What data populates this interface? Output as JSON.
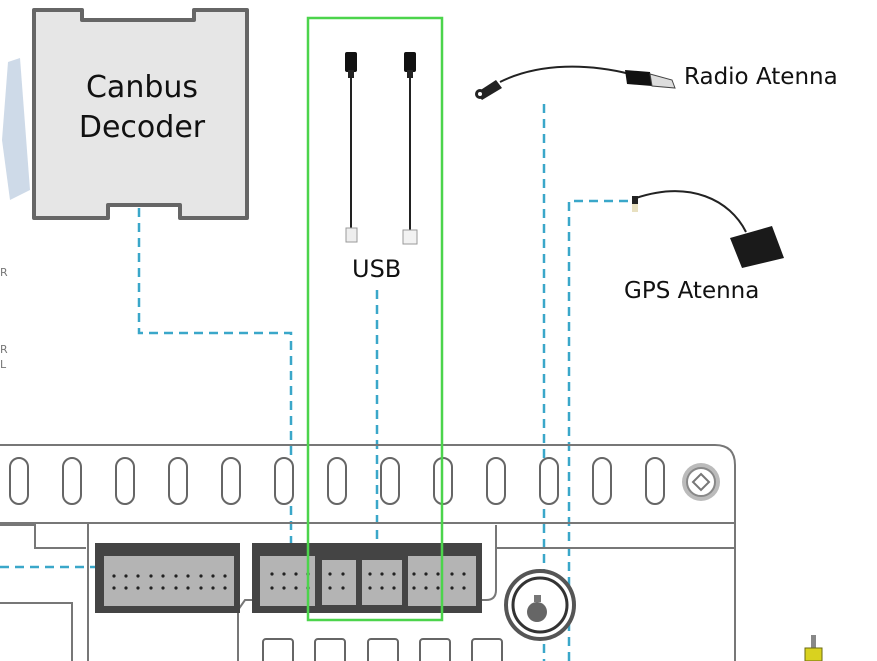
{
  "diagram": {
    "title": "Car stereo wiring connection diagram",
    "components": {
      "canbus_decoder": {
        "label_line1": "Canbus",
        "label_line2": "Decoder"
      },
      "usb_cables": {
        "label": "USB",
        "count": 2
      },
      "radio_antenna": {
        "label": "Radio Atenna"
      },
      "gps_antenna": {
        "label": "GPS Atenna"
      }
    },
    "side_labels": [
      "R",
      "R",
      "L"
    ],
    "highlight": {
      "target": "USB",
      "color": "#4cd44c"
    },
    "colors": {
      "wire_dashed": "#3aa7c9",
      "device_outline": "#6a6a6a",
      "decoder_fill": "#e6e6e6",
      "connector_fill": "#b4b4b4",
      "connector_shell": "#4a4a4a",
      "watermark": "#c9d6e6"
    }
  }
}
